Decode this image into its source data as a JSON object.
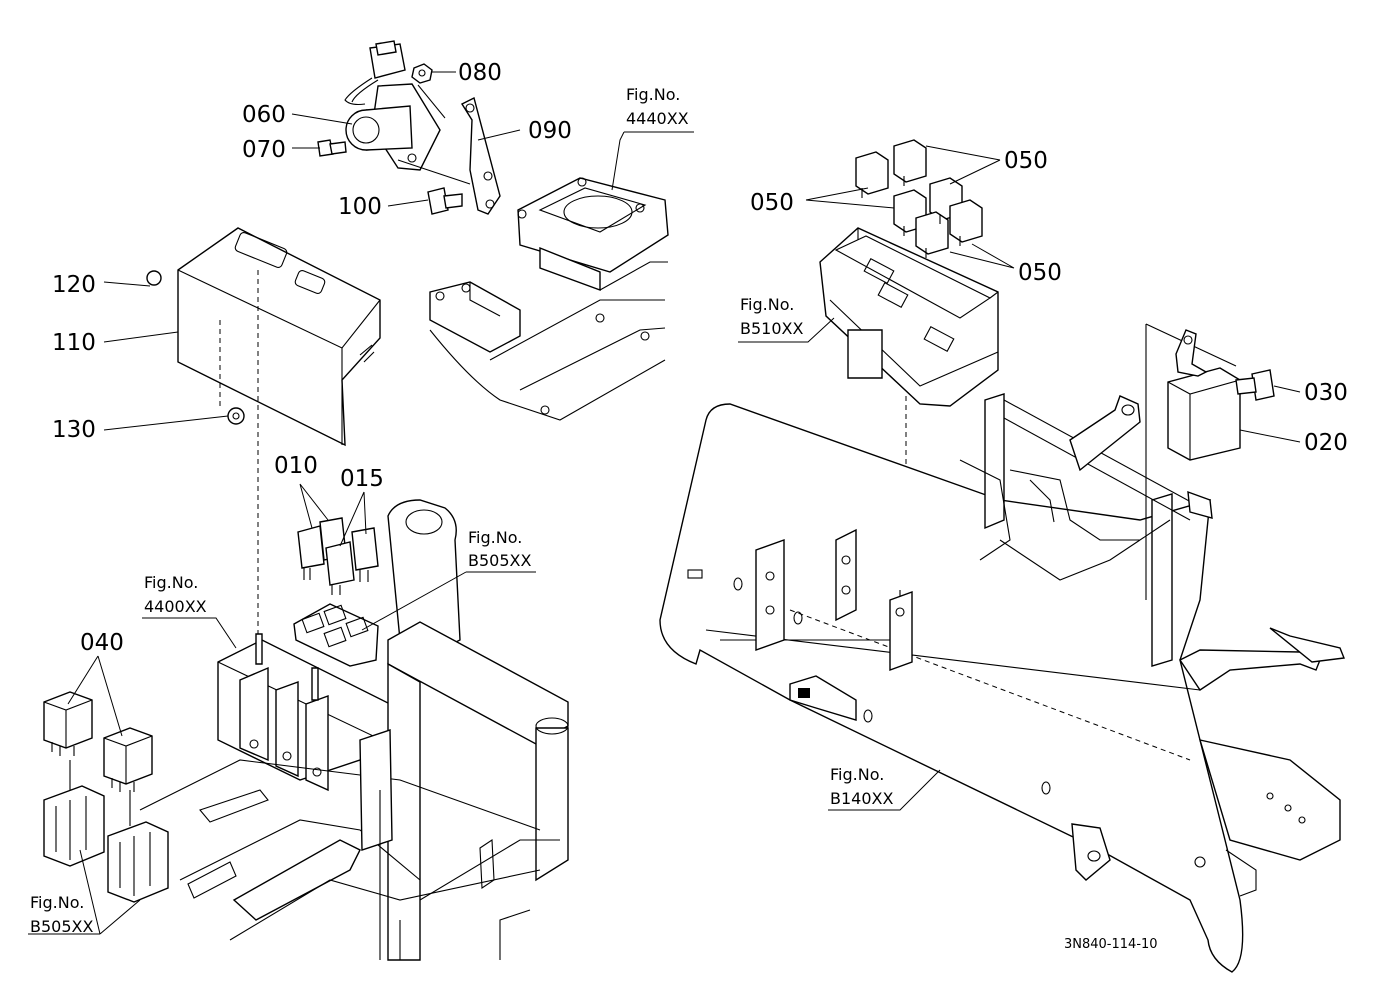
{
  "drawing_code": "3N840-114-10",
  "callouts": {
    "c010": "010",
    "c015": "015",
    "c020": "020",
    "c030": "030",
    "c040": "040",
    "c050a": "050",
    "c050b": "050",
    "c050c": "050",
    "c060": "060",
    "c070": "070",
    "c080": "080",
    "c090": "090",
    "c100": "100",
    "c110": "110",
    "c120": "120",
    "c130": "130"
  },
  "fig_refs": {
    "r4440": {
      "prefix": "Fig.No.",
      "code": "4440XX"
    },
    "rB510": {
      "prefix": "Fig.No.",
      "code": "B510XX"
    },
    "rB505a": {
      "prefix": "Fig.No.",
      "code": "B505XX"
    },
    "r4400": {
      "prefix": "Fig.No.",
      "code": "4400XX"
    },
    "rB505b": {
      "prefix": "Fig.No.",
      "code": "B505XX"
    },
    "rB140": {
      "prefix": "Fig.No.",
      "code": "B140XX"
    }
  }
}
